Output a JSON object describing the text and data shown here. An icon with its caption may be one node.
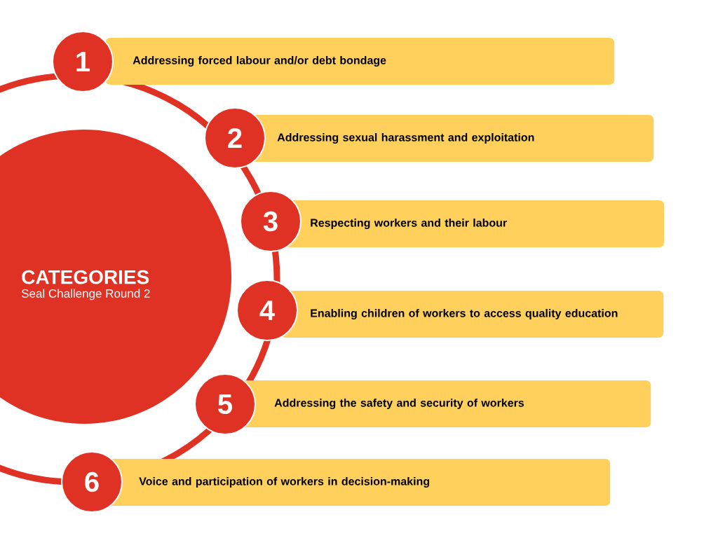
{
  "diagram": {
    "nodes": [
      {
        "text": [
          "CATEGORIES",
          "Seal Challenge Round 2"
        ]
      },
      {
        "text": [
          "1"
        ]
      },
      {
        "text": [
          "Addressing forced labour and/or debt bondage"
        ]
      },
      {
        "text": [
          "2"
        ]
      },
      {
        "text": [
          "Addressing sexual harassment and exploitation"
        ]
      },
      {
        "text": [
          "3"
        ]
      },
      {
        "text": [
          "Respecting workers and their labour"
        ]
      },
      {
        "text": [
          "4"
        ]
      },
      {
        "text": [
          "Enabling children of workers to access quality education"
        ]
      },
      {
        "text": [
          "5"
        ]
      },
      {
        "text": [
          "Addressing the safety and security of workers"
        ]
      },
      {
        "text": [
          "6"
        ]
      },
      {
        "text": [
          "Voice and participation of workers in decision-making"
        ]
      }
    ]
  }
}
